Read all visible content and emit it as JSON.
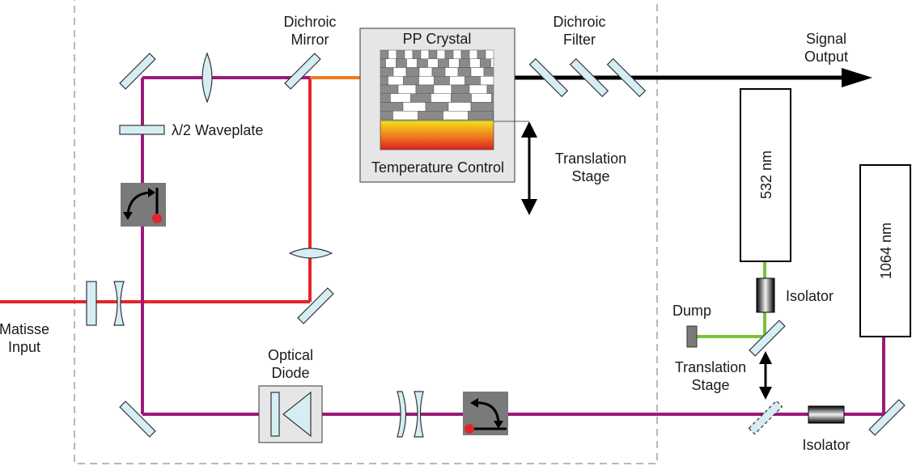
{
  "labels": {
    "dichroic_mirror": [
      "Dichroic",
      "Mirror"
    ],
    "pp_crystal": "PP Crystal",
    "temperature_control": "Temperature Control",
    "dichroic_filter": [
      "Dichroic",
      "Filter"
    ],
    "signal_output": [
      "Signal",
      "Output"
    ],
    "waveplate": "λ/2 Waveplate",
    "translation_stage_top": [
      "Translation",
      "Stage"
    ],
    "laser_532": "532 nm",
    "laser_1064": "1064 nm",
    "isolator_top": "Isolator",
    "isolator_bottom": "Isolator",
    "dump": "Dump",
    "translation_stage_bottom": [
      "Translation",
      "Stage"
    ],
    "matisse_input": [
      "Matisse",
      "Input"
    ],
    "optical_diode": [
      "Optical",
      "Diode"
    ]
  },
  "colors": {
    "beam_1064_532_mix": "#9b1a7a",
    "beam_red": "#e0262b",
    "beam_orange": "#f07a1e",
    "beam_green": "#7ac23a",
    "beam_output": "#000000",
    "optic_fill": "#d4eef4",
    "box_fill": "#e6e6e6",
    "flip_mount_fill": "#7a7a7a",
    "dashed_border": "#a0a0a0"
  }
}
